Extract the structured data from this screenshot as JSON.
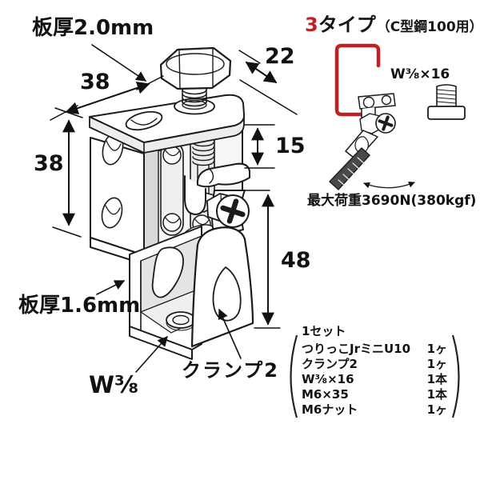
{
  "colors": {
    "accent_red": "#bf2026",
    "line": "#1b1b1b"
  },
  "main_drawing": {
    "plate_thickness_top": "板厚2.0mm",
    "plate_thickness_bottom": "板厚1.6mm",
    "thread_size_label": "W⅜",
    "clamp_part_label": "クランプ2",
    "dimensions": {
      "top_width": "38",
      "top_depth": "22",
      "side_height": "38",
      "jaw_gap": "15",
      "clamp_height": "48"
    }
  },
  "variant": {
    "title_number": "3",
    "title_word": "タイプ",
    "title_note": "（C型鋼100用）",
    "bolt_label": "W⅜×16",
    "max_load": "最大荷重3690N(380kgf)"
  },
  "parts_list": {
    "heading": "1セット",
    "items": [
      {
        "name": "つりっこJrミニU10",
        "qty": "1ヶ"
      },
      {
        "name": "クランプ2",
        "qty": "1ヶ"
      },
      {
        "name": "W⅜×16",
        "qty": "1本"
      },
      {
        "name": "M6×35",
        "qty": "1本"
      },
      {
        "name": "M6ナット",
        "qty": "1ヶ"
      }
    ]
  }
}
